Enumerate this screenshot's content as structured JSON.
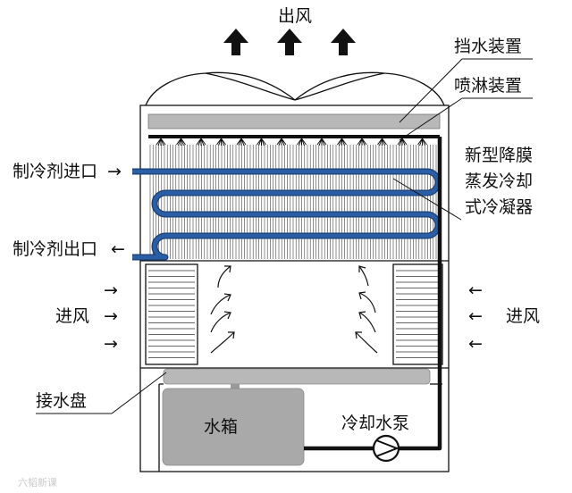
{
  "labels": {
    "air_out": "出风",
    "drift_eliminator": "挡水装置",
    "spray_device": "喷淋装置",
    "condenser_line1": "新型降膜",
    "condenser_line2": "蒸发冷却",
    "condenser_line3": "式冷凝器",
    "refrigerant_in": "制冷剂进口",
    "refrigerant_out": "制冷剂出口",
    "air_in_left": "进风",
    "air_in_right": "进风",
    "water_tray": "接水盘",
    "water_tank": "水箱",
    "cooling_pump": "冷却水泵",
    "arrow_right": "→",
    "arrow_left": "←"
  },
  "watermark": "六韬新课",
  "colors": {
    "coil": "#2a5fa6",
    "pipe": "#111111",
    "panel_gray": "#b8b8b8",
    "tank_gray": "#a9a9a9",
    "frame": "#111111"
  }
}
